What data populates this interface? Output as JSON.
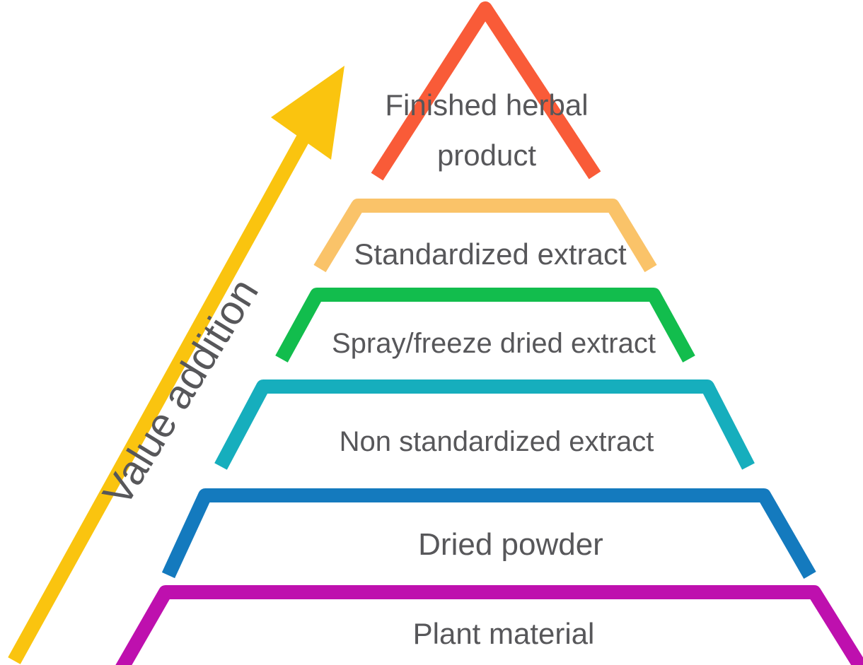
{
  "background": "#ffffff",
  "text_color": "#57575a",
  "arrow": {
    "label": "Value addition",
    "color": "#FAC40F"
  },
  "levels": [
    {
      "label": "Finished herbal product",
      "lines": [
        "Finished herbal",
        "product"
      ],
      "color": "#F95B38"
    },
    {
      "label": "Standardized extract",
      "color": "#FAC369"
    },
    {
      "label": "Spray/freeze dried extract",
      "color": "#12BD4D"
    },
    {
      "label": "Non standardized extract",
      "color": "#16AEBD"
    },
    {
      "label": "Dried powder",
      "color": "#147ABE"
    },
    {
      "label": "Plant material",
      "color": "#BE10AE"
    }
  ]
}
